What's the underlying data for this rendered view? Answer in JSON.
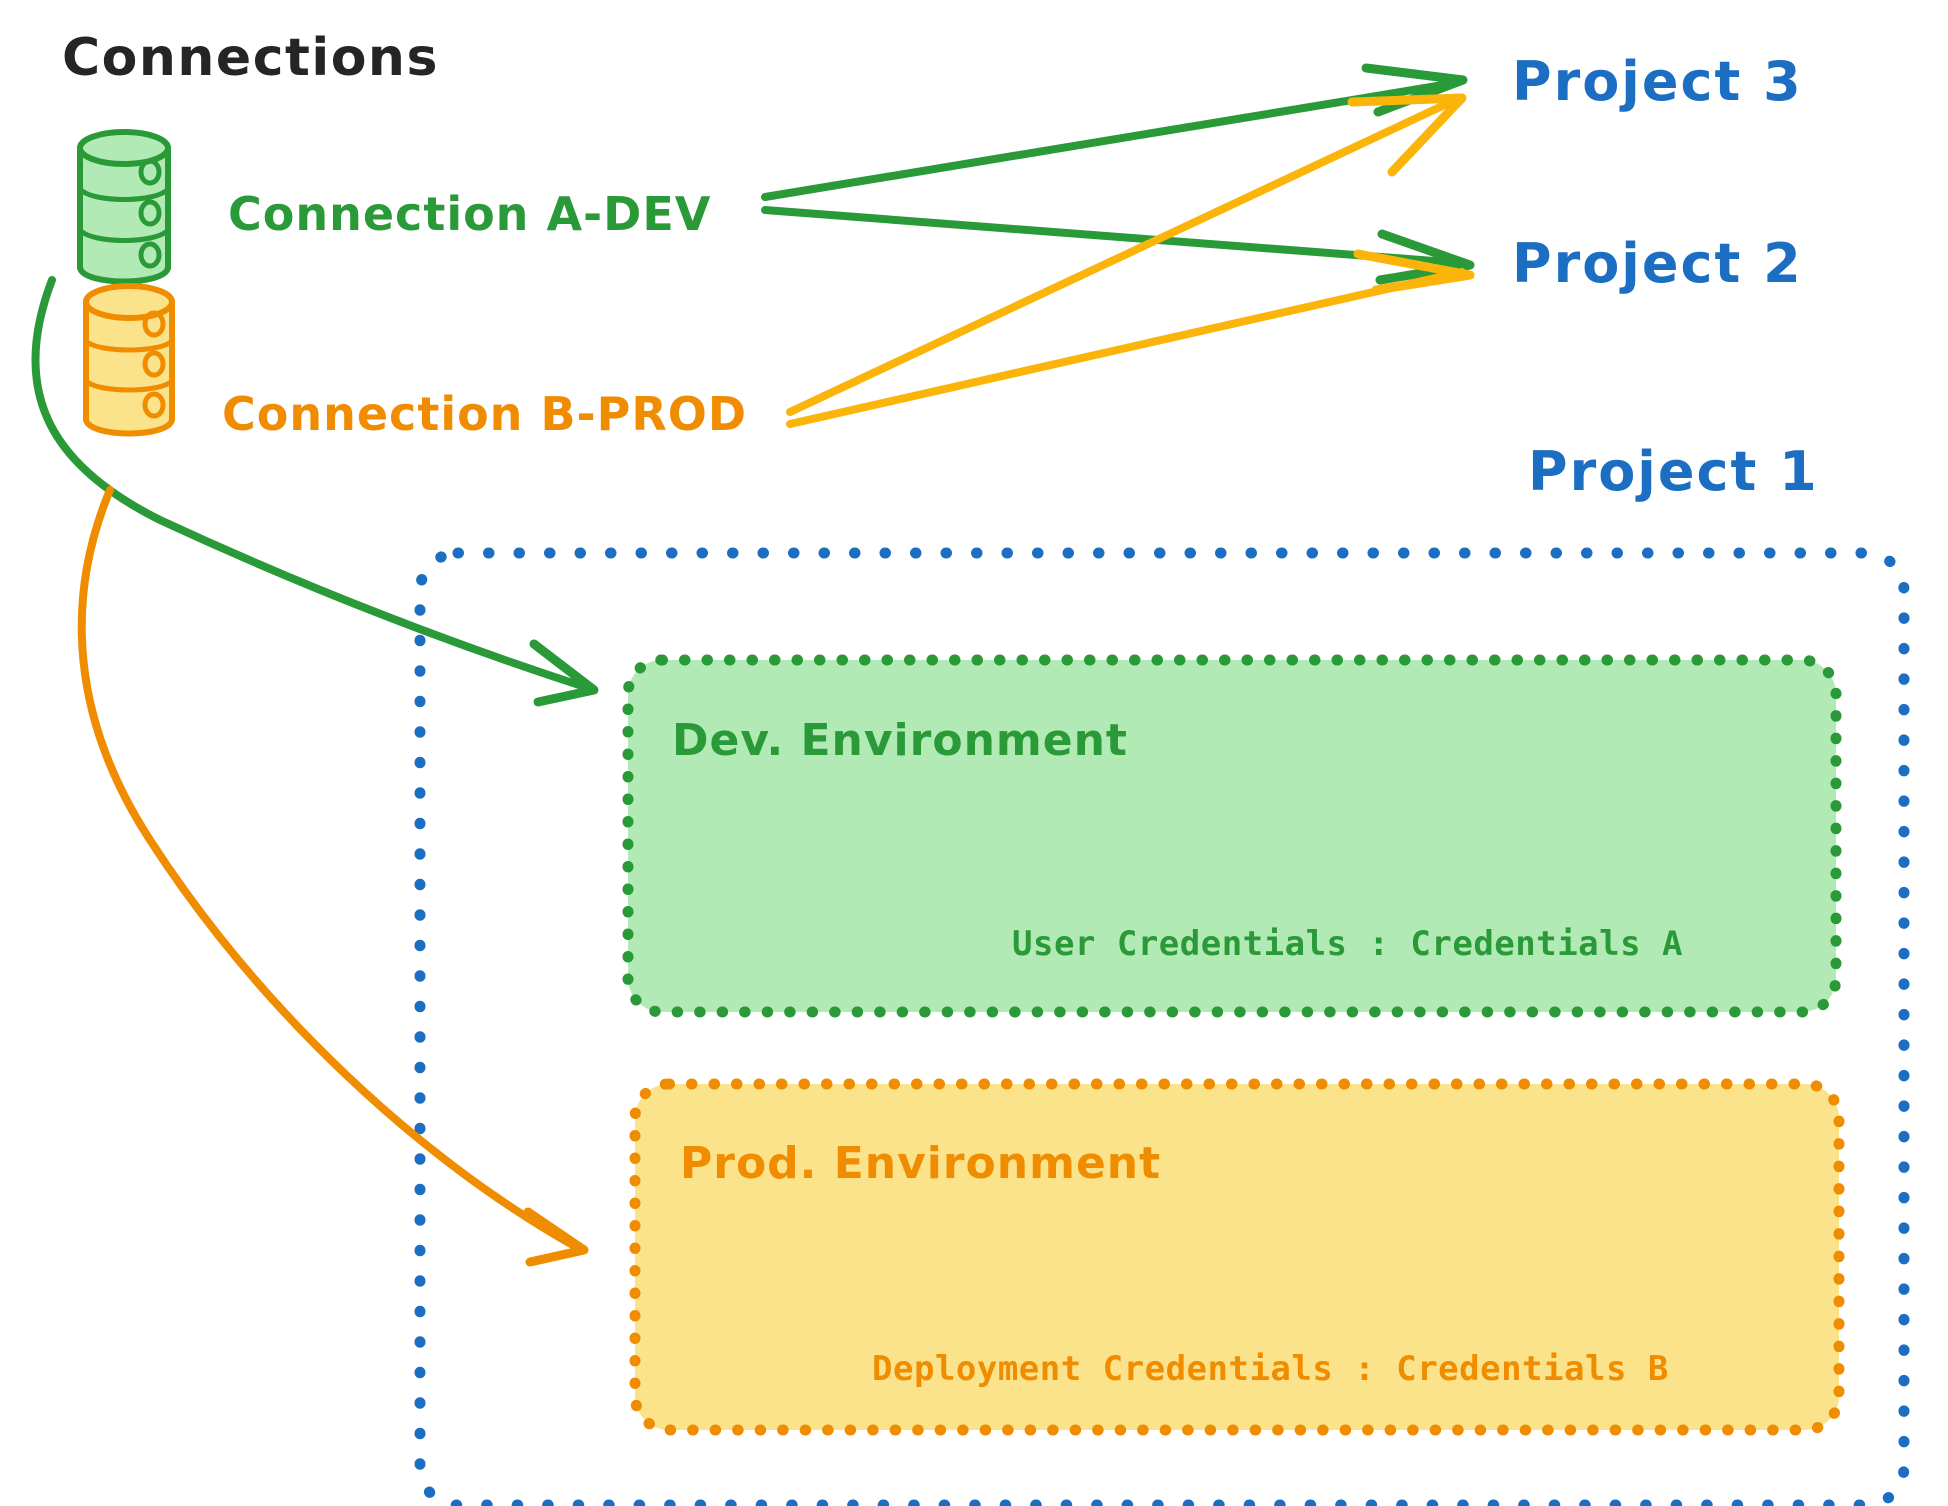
{
  "diagram": {
    "title": "Connections",
    "colors": {
      "green_stroke": "#2a9938",
      "green_fill": "#b2eab6",
      "orange_stroke": "#f08c00",
      "orange_fill": "#fbe38b",
      "blue_stroke": "#1b6ec2",
      "title_text": "#252525",
      "background": "#ffffff"
    },
    "connections": [
      {
        "id": "conn-a-dev",
        "label": "Connection A-DEV",
        "icon": "database-cylinder-icon",
        "color": "#2a9938"
      },
      {
        "id": "conn-b-prod",
        "label": "Connection B-PROD",
        "icon": "database-cylinder-icon",
        "color": "#f08c00"
      }
    ],
    "projects": [
      {
        "id": "project-3",
        "label": "Project 3"
      },
      {
        "id": "project-2",
        "label": "Project 2"
      },
      {
        "id": "project-1",
        "label": "Project 1"
      }
    ],
    "project_container": {
      "label": "Project 1",
      "border_style": "dotted",
      "border_color": "#1b6ec2"
    },
    "environments": [
      {
        "id": "dev-environment",
        "title": "Dev. Environment",
        "credentials_label": "User Credentials",
        "credentials_separator": ":",
        "credentials_value": "Credentials A",
        "credentials_line": "User Credentials : Credentials A",
        "border_color": "#2a9938",
        "fill_color": "#b2eab6"
      },
      {
        "id": "prod-environment",
        "title": "Prod. Environment",
        "credentials_label": "Deployment Credentials",
        "credentials_separator": ":",
        "credentials_value": "Credentials B",
        "credentials_line": "Deployment Credentials : Credentials B",
        "border_color": "#f08c00",
        "fill_color": "#fbe38b"
      }
    ],
    "edges": [
      {
        "id": "edge-a-dev-to-project-3",
        "from": "conn-a-dev",
        "to": "project-3",
        "color": "#2a9938"
      },
      {
        "id": "edge-a-dev-to-project-2",
        "from": "conn-a-dev",
        "to": "project-2",
        "color": "#2a9938"
      },
      {
        "id": "edge-a-dev-to-dev-environment",
        "from": "conn-a-dev",
        "to": "dev-environment",
        "color": "#2a9938"
      },
      {
        "id": "edge-b-prod-to-project-3",
        "from": "conn-b-prod",
        "to": "project-3",
        "color": "#f08c00"
      },
      {
        "id": "edge-b-prod-to-project-2",
        "from": "conn-b-prod",
        "to": "project-2",
        "color": "#f08c00"
      },
      {
        "id": "edge-b-prod-to-prod-environment",
        "from": "conn-b-prod",
        "to": "prod-environment",
        "color": "#f08c00"
      }
    ]
  }
}
